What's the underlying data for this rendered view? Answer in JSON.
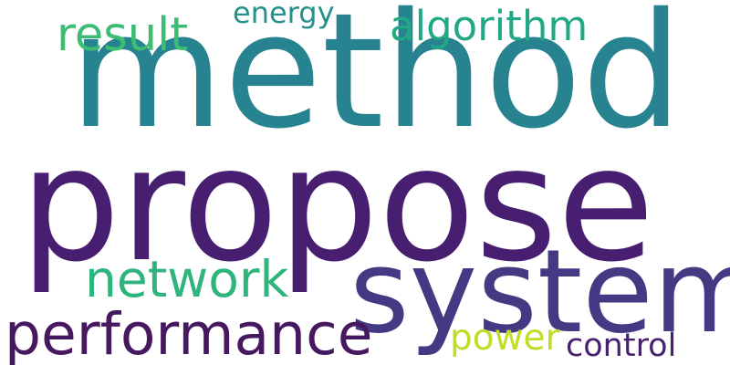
{
  "words": {
    "propose": {
      "text": "propose",
      "color": "#481f70"
    },
    "method": {
      "text": "method",
      "color": "#26838f"
    },
    "system": {
      "text": "system",
      "color": "#443a83"
    },
    "performance": {
      "text": "performance",
      "color": "#46185f"
    },
    "network": {
      "text": "network",
      "color": "#2fb47c"
    },
    "result": {
      "text": "result",
      "color": "#3dbc74"
    },
    "algorithm": {
      "text": "algorithm",
      "color": "#22a884"
    },
    "energy": {
      "text": "energy",
      "color": "#26908d"
    },
    "power": {
      "text": "power",
      "color": "#bddf26"
    },
    "control": {
      "text": "control",
      "color": "#46226e"
    }
  }
}
